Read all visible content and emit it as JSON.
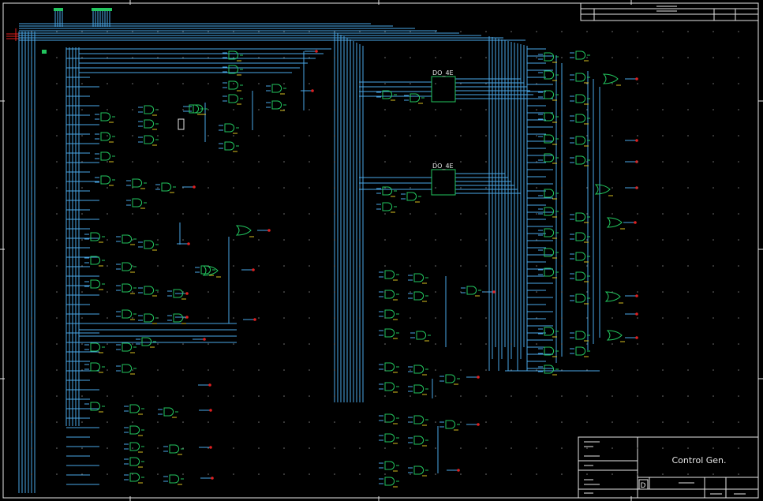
{
  "title_block": {
    "title": "Control Gen.",
    "size": "D"
  },
  "components": {
    "decoder_upper": "DO_4E",
    "decoder_lower": "DO_4E"
  },
  "colors": {
    "background": "#000000",
    "wire": "#4aa8e8",
    "gate": "#22c55e",
    "frame": "#e6e6e6",
    "output_marker": "#e02020",
    "label_marks": "#d8c020"
  }
}
